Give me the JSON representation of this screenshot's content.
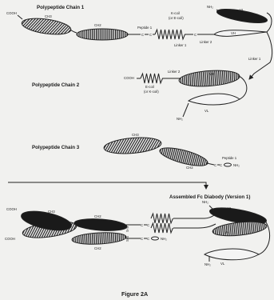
{
  "figure": {
    "caption": "Figure 2A"
  },
  "chain1": {
    "title": "Polypeptide Chain 1",
    "cooh": "COOH",
    "ch3": "CH3",
    "ch2": "CH2",
    "peptide": "Peptide 1",
    "coil": "K-coil",
    "coil_alt": "(or E-coil)",
    "linker1": "Linker 1",
    "linker2": "Linker 2",
    "vh": "VH",
    "vl": "VL",
    "nh2": "NH₂",
    "c": "C"
  },
  "chain2": {
    "title": "Polypeptide Chain 2",
    "cooh": "COOH",
    "coil": "E-coil",
    "coil_alt": "(or K-coil)",
    "linker2": "Linker 2",
    "vh": "VH",
    "vl": "VL",
    "nh2": "NH₂"
  },
  "link_arrow": {
    "label": "Linker 1"
  },
  "chain3": {
    "title": "Polypeptide Chain 3",
    "ch3": "CH3",
    "ch2": "CH2",
    "peptide": "Peptide 1",
    "c": "C",
    "nh2": "NH₂"
  },
  "assembled": {
    "title": "Assembled Fc Diabody (Version 1)",
    "cooh_top": "COOH",
    "cooh_bottom": "COOH",
    "ch3": "CH3",
    "ch2_top": "CH2",
    "ch2_bottom": "CH2",
    "nh2_top": "NH₂",
    "nh2_bottom": "NH₂",
    "nh2_chain3": "NH₂",
    "vl_top": "VL",
    "vh_mid": "VH",
    "vl_bottom": "VL",
    "c": "C",
    "ss": "S-S"
  }
}
